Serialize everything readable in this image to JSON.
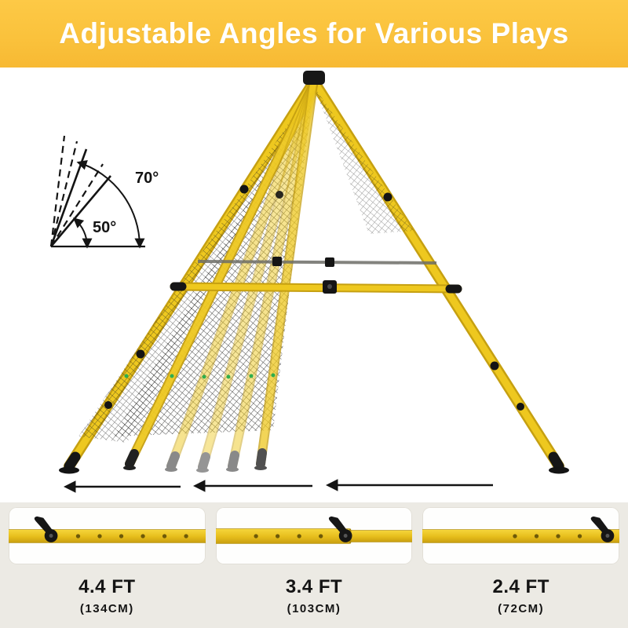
{
  "banner": {
    "title": "Adjustable Angles for Various Plays",
    "bg_color": "#FAC23C",
    "text_color": "#FFFFFF"
  },
  "angle_diagram": {
    "max_angle": "70°",
    "min_angle": "50°"
  },
  "colors": {
    "frame_yellow": "#ECC41D",
    "net_black": "#1C1C1C",
    "footer_bg": "#ECEAE4",
    "marker_green": "#2FAE4D"
  },
  "sizes": [
    {
      "length_ft": "4.4 FT",
      "length_cm": "(134CM)"
    },
    {
      "length_ft": "3.4 FT",
      "length_cm": "(103CM)"
    },
    {
      "length_ft": "2.4 FT",
      "length_cm": "(72CM)"
    }
  ]
}
